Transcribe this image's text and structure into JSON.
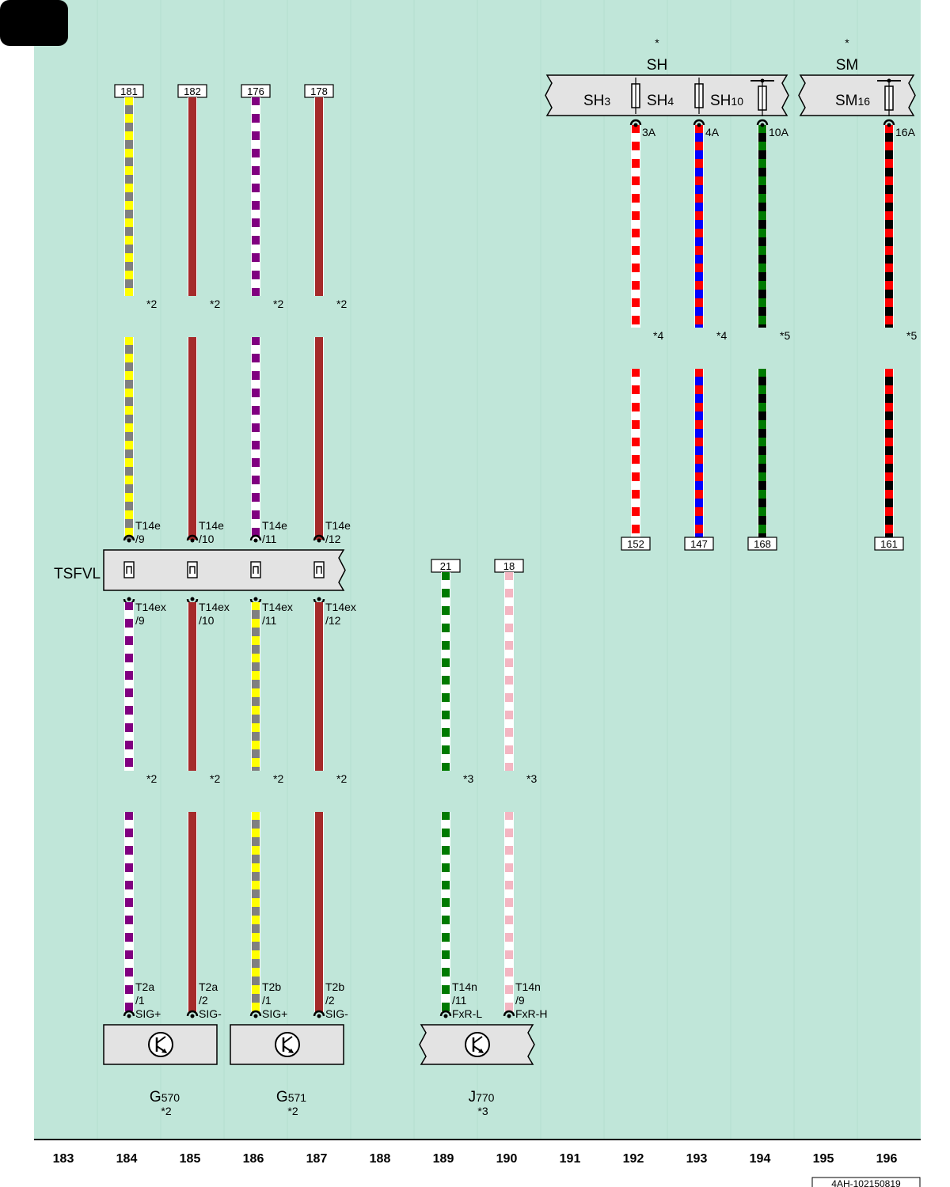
{
  "colors": {
    "background": "#c0e6d9",
    "box": "#e3e3e3",
    "yellow": "#ffff00",
    "gray": "#808080",
    "darkred": "#a52a2a",
    "purple": "#800080",
    "white": "#ffffff",
    "red": "#ff0000",
    "blue": "#0000ff",
    "green": "#007a00",
    "black": "#000000",
    "pink": "#f4b6c2"
  },
  "fuse_boxes": [
    {
      "name": "SH",
      "asterisk": "*",
      "slots": [
        {
          "label": "SH",
          "sub": "3"
        },
        {
          "label": "SH",
          "sub": "4"
        },
        {
          "label": "SH",
          "sub": "10"
        }
      ]
    },
    {
      "name": "SM",
      "asterisk": "*",
      "slots": [
        {
          "label": "SM",
          "sub": "16"
        }
      ]
    }
  ],
  "connector": {
    "name": "TSFVL"
  },
  "wires": [
    {
      "col": 184,
      "top_ref": "181",
      "c1": "yellow",
      "c2": "gray",
      "top_pin": [
        "T14e",
        "/9"
      ],
      "bot_pin": [
        "T14ex",
        "/9"
      ],
      "b1": "purple",
      "b2": "white",
      "note_a": "*2",
      "note_b": "*2",
      "end_pin": [
        "T2a",
        "/1",
        "SIG+"
      ]
    },
    {
      "col": 185,
      "top_ref": "182",
      "c1": "darkred",
      "c2": "darkred",
      "top_pin": [
        "T14e",
        "/10"
      ],
      "bot_pin": [
        "T14ex",
        "/10"
      ],
      "b1": "darkred",
      "b2": "darkred",
      "note_a": "*2",
      "note_b": "*2",
      "end_pin": [
        "T2a",
        "/2",
        "SIG-"
      ]
    },
    {
      "col": 186,
      "top_ref": "176",
      "c1": "purple",
      "c2": "white",
      "top_pin": [
        "T14e",
        "/11"
      ],
      "bot_pin": [
        "T14ex",
        "/11"
      ],
      "b1": "yellow",
      "b2": "gray",
      "note_a": "*2",
      "note_b": "*2",
      "end_pin": [
        "T2b",
        "/1",
        "SIG+"
      ]
    },
    {
      "col": 187,
      "top_ref": "178",
      "c1": "darkred",
      "c2": "darkred",
      "top_pin": [
        "T14e",
        "/12"
      ],
      "bot_pin": [
        "T14ex",
        "/12"
      ],
      "b1": "darkred",
      "b2": "darkred",
      "note_a": "*2",
      "note_b": "*2",
      "end_pin": [
        "T2b",
        "/2",
        "SIG-"
      ]
    },
    {
      "col": 189,
      "top_ref": "21",
      "b1": "green",
      "b2": "white",
      "note_b": "*3",
      "end_pin": [
        "T14n",
        "/11",
        "FxR-L"
      ]
    },
    {
      "col": 190,
      "top_ref": "18",
      "b1": "pink",
      "b2": "white",
      "note_b": "*3",
      "end_pin": [
        "T14n",
        "/9",
        "FxR-H"
      ]
    },
    {
      "col": 192,
      "fuse_pin": "3A",
      "c1": "red",
      "c2": "white",
      "note": "*4",
      "bot_ref": "152"
    },
    {
      "col": 193,
      "fuse_pin": "4A",
      "c1": "red",
      "c2": "blue",
      "note": "*4",
      "bot_ref": "147"
    },
    {
      "col": 194,
      "fuse_pin": "10A",
      "c1": "green",
      "c2": "black",
      "note": "*5",
      "bot_ref": "168"
    },
    {
      "col": 196,
      "fuse_pin": "16A",
      "c1": "red",
      "c2": "black",
      "note": "*5",
      "bot_ref": "161"
    }
  ],
  "components": [
    {
      "name": "G",
      "sub": "570",
      "note": "*2"
    },
    {
      "name": "G",
      "sub": "571",
      "note": "*2"
    },
    {
      "name": "J",
      "sub": "770",
      "note": "*3"
    }
  ],
  "columns": [
    "183",
    "184",
    "185",
    "186",
    "187",
    "188",
    "189",
    "190",
    "191",
    "192",
    "193",
    "194",
    "195",
    "196"
  ],
  "doc_code": "4AH-102150819"
}
